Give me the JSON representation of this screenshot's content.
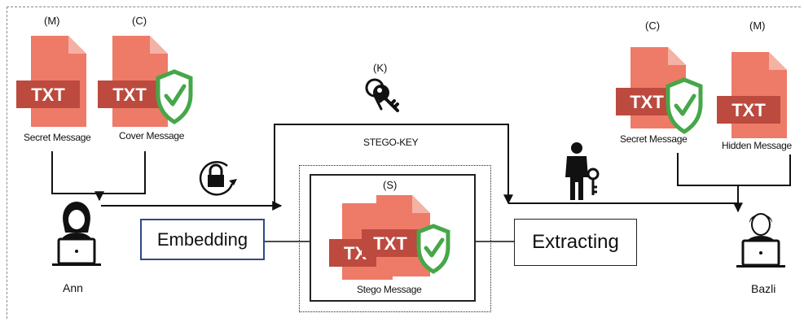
{
  "labels": {
    "secret_msg_left_tag": "(M)",
    "cover_msg_left_tag": "(C)",
    "secret_message_left": "Secret Message",
    "cover_message_left": "Cover Message",
    "key_tag": "(K)",
    "stego_key": "STEGO-KEY",
    "stego_tag": "(S)",
    "stego_message": "Stego Message",
    "secret_msg_right_tag": "(C)",
    "hidden_msg_right_tag": "(M)",
    "secret_message_right": "Secret Message",
    "hidden_message_right": "Hidden Message",
    "sender_name": "Ann",
    "receiver_name": "Bazli"
  },
  "processes": {
    "embedding": "Embedding",
    "extracting": "Extracting"
  },
  "file_text": {
    "txt": "TXT",
    "txt_partial": "TX"
  },
  "icons": {
    "file": "txt-file-icon",
    "shield": "shield-check-icon",
    "lock": "lock-rotate-icon",
    "key": "keys-icon",
    "agent": "person-with-key-icon",
    "sender": "woman-laptop-icon",
    "receiver": "man-laptop-icon"
  },
  "colors": {
    "file_fill": "#ee7a68",
    "file_fold": "#f4b2a4",
    "file_band": "#bc4a3e",
    "shield": "#46a748"
  }
}
